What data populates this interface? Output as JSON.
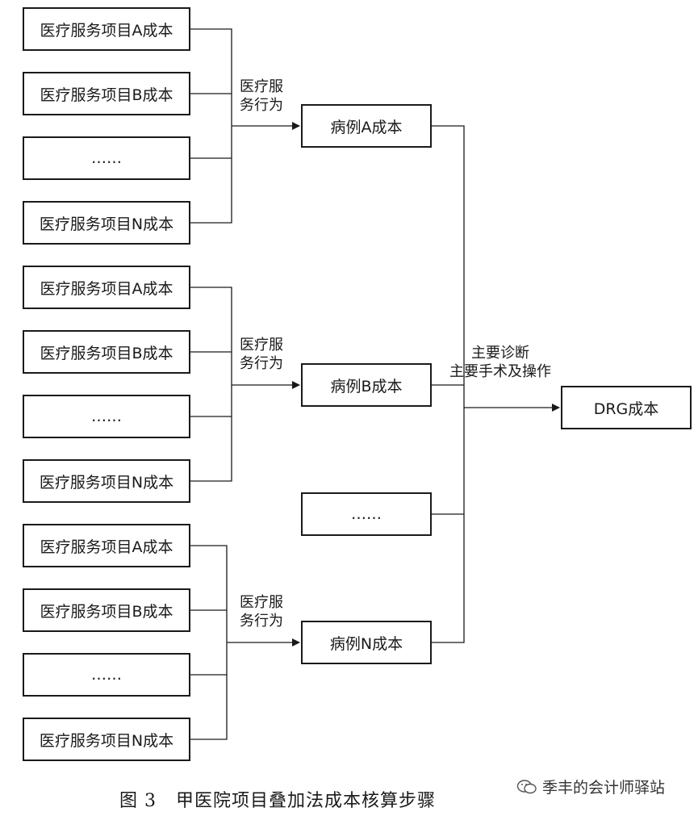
{
  "groups": [
    {
      "items": [
        "医疗服务项目A成本",
        "医疗服务项目B成本",
        "……",
        "医疗服务项目N成本"
      ],
      "behavior_label": "医疗服\n务行为",
      "case_label": "病例A成本"
    },
    {
      "items": [
        "医疗服务项目A成本",
        "医疗服务项目B成本",
        "……",
        "医疗服务项目N成本"
      ],
      "behavior_label": "医疗服\n务行为",
      "case_label": "病例B成本"
    },
    {
      "items": [
        "医疗服务项目A成本",
        "医疗服务项目B成本",
        "……",
        "医疗服务项目N成本"
      ],
      "behavior_label": "医疗服\n务行为",
      "case_label": "病例N成本"
    }
  ],
  "extra_case_label": "……",
  "main_label": "主要诊断\n主要手术及操作",
  "drg_label": "DRG成本",
  "caption": "图 3   甲医院项目叠加法成本核算步骤",
  "watermark": "季丰的会计师驿站",
  "colors": {
    "line": "#1a1a1a",
    "background": "#ffffff"
  }
}
